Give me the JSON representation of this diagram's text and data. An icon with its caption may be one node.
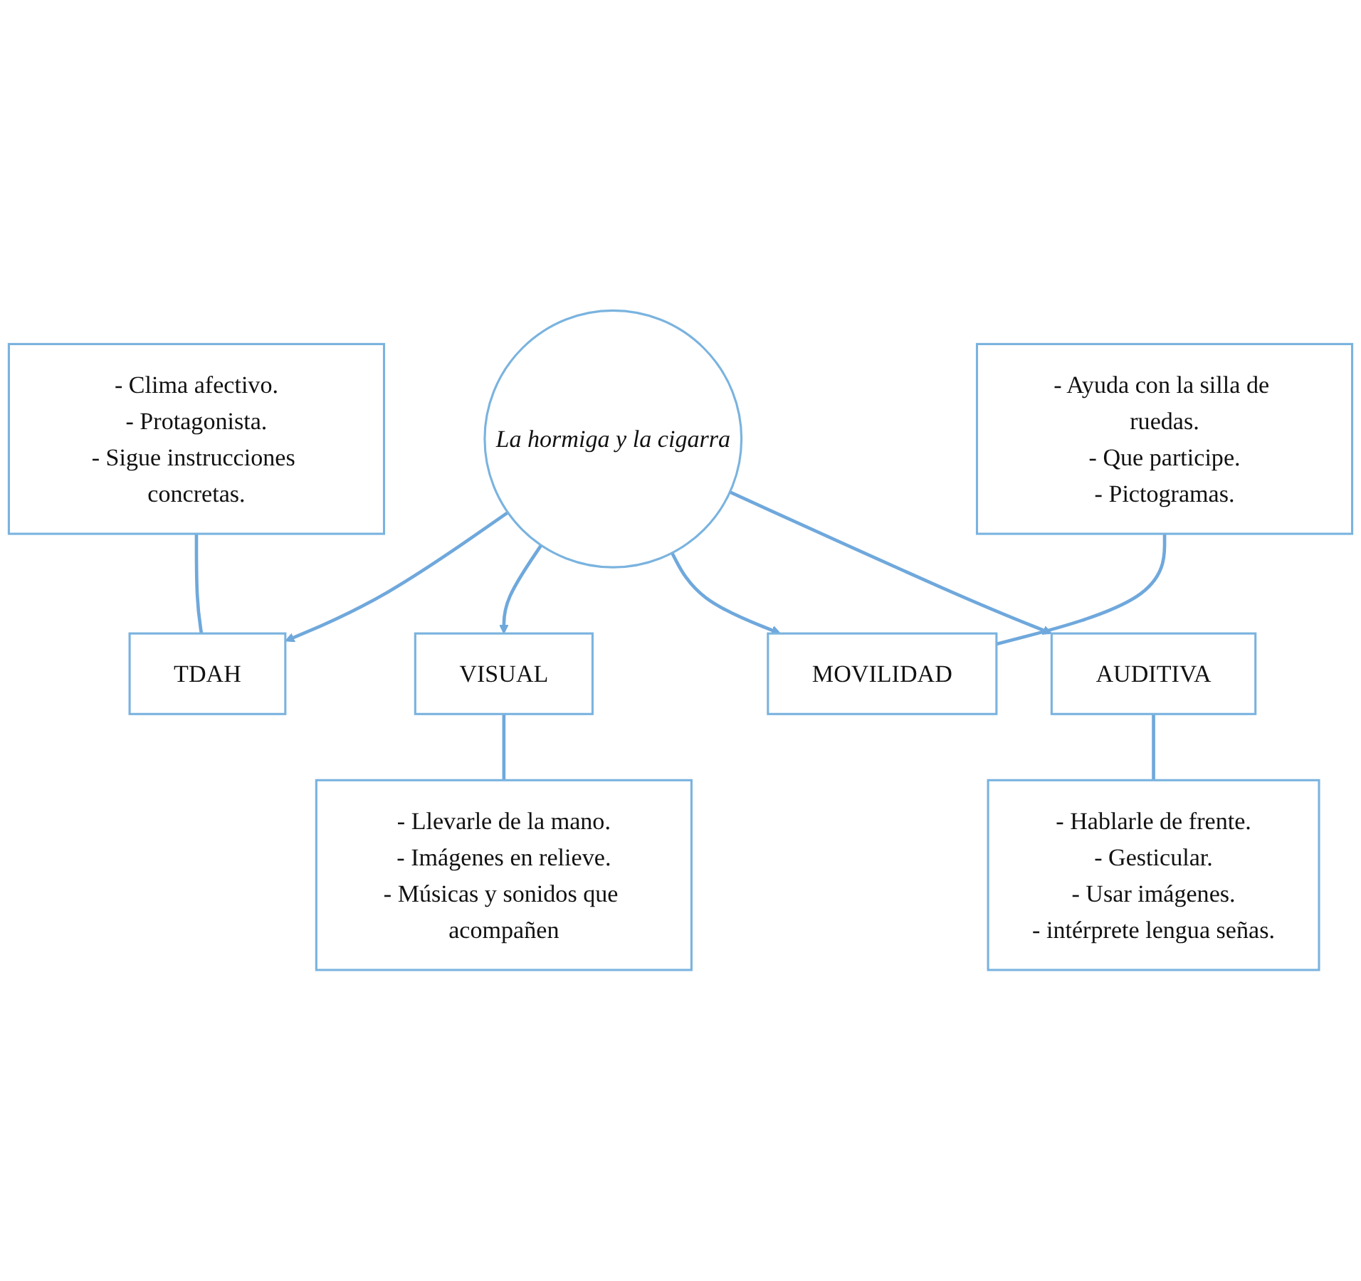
{
  "diagram": {
    "nodes": [
      {
        "text": [
          "TDAH"
        ]
      },
      {
        "text": [
          "- Clima afectivo.",
          "- Protagonista.",
          "- Sigue instrucciones concretas."
        ]
      },
      {
        "text": [
          "- Ayuda con la silla de ruedas.",
          "- Que participe.",
          "- Pictogramas."
        ]
      },
      {
        "text": [
          "VISUAL"
        ]
      },
      {
        "text": [
          "La hormiga y la cigarra"
        ]
      },
      {
        "text": [
          "MOVILIDAD"
        ]
      },
      {
        "text": [
          "- Llevarle de la mano.",
          "- Imágenes en relieve.",
          "- Músicas y sonidos que acompañen"
        ]
      },
      {
        "text": [
          "- Hablarle de frente.",
          "- Gesticular.",
          "- Usar imágenes.",
          "- intérprete lengua señas."
        ]
      },
      {
        "text": [
          "AUDITIVA"
        ]
      }
    ],
    "edges": [
      {
        "from": 4,
        "to": 0,
        "arrow": "to"
      },
      {
        "from": 4,
        "to": 3,
        "arrow": "to"
      },
      {
        "from": 4,
        "to": 5,
        "arrow": "to"
      },
      {
        "from": 4,
        "to": 8,
        "arrow": "to"
      },
      {
        "from": 1,
        "to": 0,
        "arrow": "none"
      },
      {
        "from": 2,
        "to": 5,
        "arrow": "none"
      },
      {
        "from": 3,
        "to": 6,
        "arrow": "none"
      },
      {
        "from": 8,
        "to": 7,
        "arrow": "none"
      }
    ]
  }
}
